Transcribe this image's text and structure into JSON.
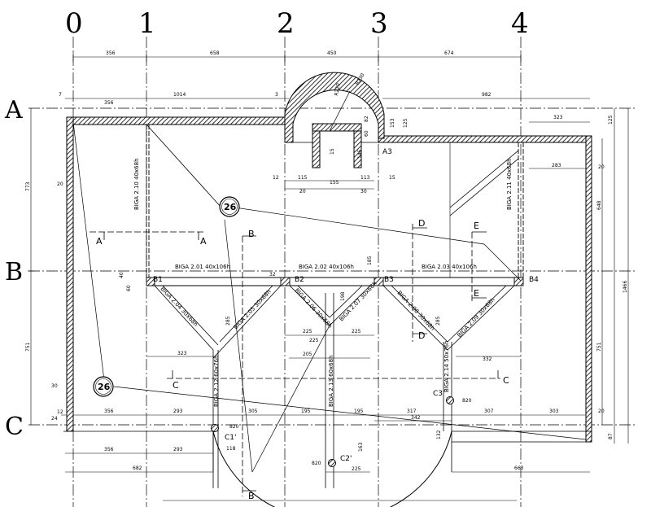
{
  "grid_axes": {
    "x": [
      "0",
      "1",
      "2",
      "3",
      "4"
    ],
    "y": [
      "A",
      "B",
      "C"
    ]
  },
  "nodes": {
    "b1": "B1",
    "b2": "B2",
    "b3": "B3",
    "b4": "B4",
    "a3": "A3",
    "c1": "C1'",
    "c2": "C2'",
    "c3": "C3'"
  },
  "callouts": {
    "top": "26",
    "bottom": "26"
  },
  "sections": {
    "a": "A",
    "b": "B",
    "c": "C",
    "d": "D",
    "e": "E"
  },
  "beams": {
    "b201": "BIGA 2.01  40x106h",
    "b202": "BIGA 2.02  40x106h",
    "b203": "BIGA 2.03  40x106h",
    "b204": "BIGA 2.04  30x68h",
    "b205": "BIGA 2.05  30x68h",
    "b206": "BIGA 2.06  30x68h",
    "b207": "BIGA 2.07  30x68h",
    "b208": "BIGA 2.08  30x68h",
    "b209": "BIGA 2.09  30x68h",
    "b210": "BIGA 2.10  40x68h",
    "b211": "BIGA 2.11  40x68h",
    "b212": "BIGA 2.12  60x76h",
    "b213": "BIGA 2.13  60x68h",
    "b214": "BIGA 2.14  50x76h"
  },
  "dims": {
    "t356": "356",
    "t658": "658",
    "t450": "450",
    "t674": "674",
    "r7": "7",
    "r356": "356",
    "r1014": "1014",
    "r3": "3",
    "r982": "982",
    "r323": "323",
    "v773": "773",
    "v648": "648",
    "v1466": "1466",
    "v751a": "751",
    "v751b": "751",
    "v125a": "125",
    "v125b": "125",
    "v153": "153",
    "v20a": "20",
    "v20b": "20",
    "n82": "82",
    "n145": "145",
    "n15": "15",
    "n60": "60",
    "n8220": "R220",
    "n8230": "R230",
    "s12": "12",
    "s115": "115",
    "s155": "155",
    "s113": "113",
    "s15": "15",
    "s20a": "20",
    "s30": "30",
    "w283": "283",
    "w20": "20",
    "m225a": "225",
    "m225b": "225",
    "m225c": "225",
    "m205": "205",
    "m323": "323",
    "m332": "332",
    "m285a": "285",
    "m285b": "285",
    "m198": "198",
    "m185": "185",
    "c356a": "356",
    "c293a": "293",
    "c305": "305",
    "c195a": "195",
    "c195b": "195",
    "c317": "317",
    "c342": "342",
    "c307": "307",
    "c303": "303",
    "c12": "12",
    "c20": "20",
    "c24": "24",
    "c30": "30",
    "d356": "356",
    "d293": "293",
    "d820a": "820",
    "d118": "118",
    "d820b": "820",
    "d820c": "820",
    "d163": "163",
    "d225": "225",
    "d132": "132",
    "e682": "682",
    "e663": "663",
    "e87": "87",
    "e40": "40",
    "e60": "60",
    "e32": "32"
  }
}
